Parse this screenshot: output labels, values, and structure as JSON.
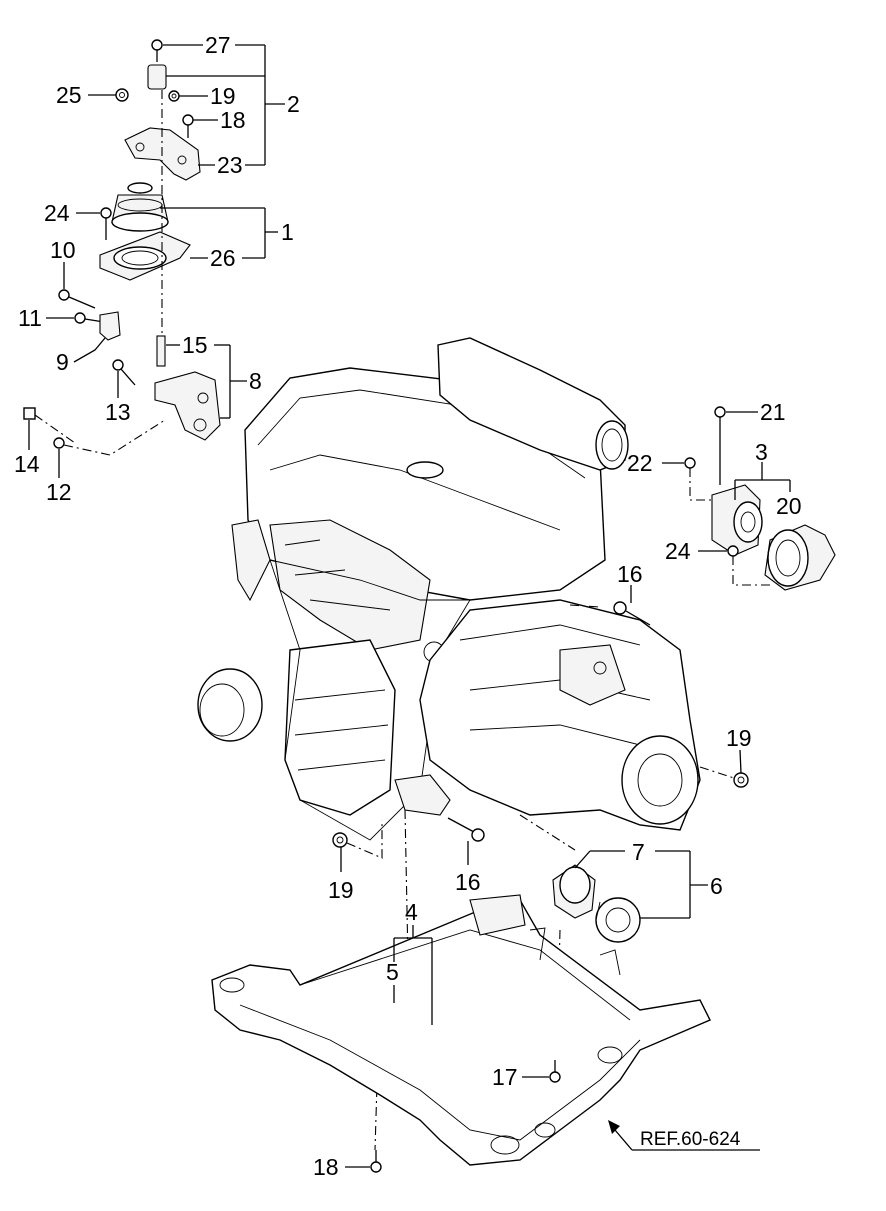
{
  "callouts": {
    "c27": "27",
    "c25": "25",
    "c19a": "19",
    "c2": "2",
    "c18a": "18",
    "c23": "23",
    "c24a": "24",
    "c1": "1",
    "c26": "26",
    "c10": "10",
    "c11": "11",
    "c9": "9",
    "c15": "15",
    "c8": "8",
    "c13": "13",
    "c14": "14",
    "c12": "12",
    "c21": "21",
    "c22": "22",
    "c3": "3",
    "c20": "20",
    "c24b": "24",
    "c16a": "16",
    "c19b": "19",
    "c19c": "19",
    "c16b": "16",
    "c7": "7",
    "c6": "6",
    "c4": "4",
    "c5": "5",
    "c17": "17",
    "c18b": "18"
  },
  "reference": "REF.60-624"
}
